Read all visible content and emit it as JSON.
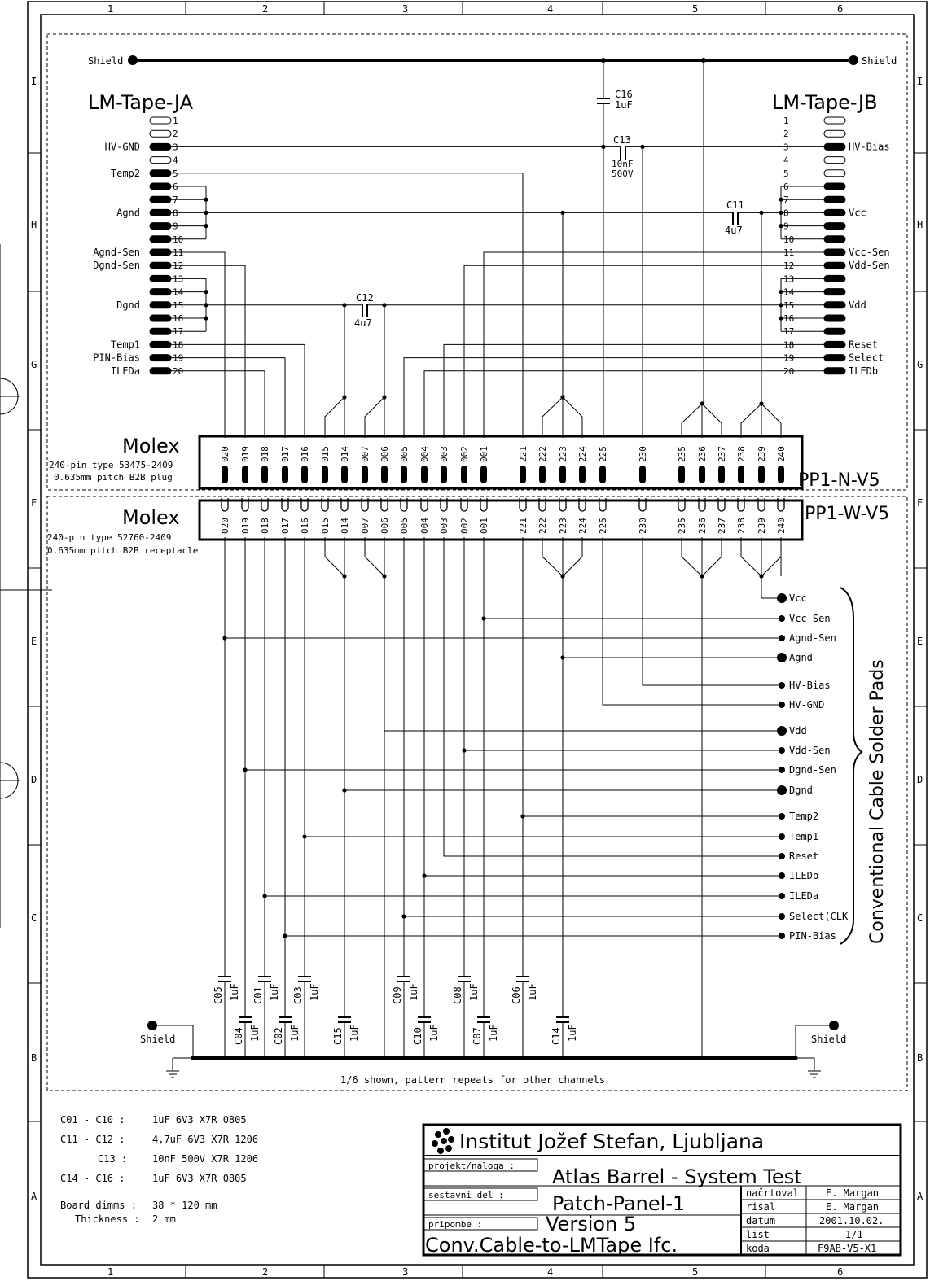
{
  "border": {
    "columns": [
      "1",
      "2",
      "3",
      "4",
      "5",
      "6"
    ],
    "rows": [
      "I",
      "H",
      "G",
      "F",
      "E",
      "D",
      "C",
      "B",
      "A"
    ]
  },
  "shield_label": "Shield",
  "ja": {
    "title": "LM-Tape-JA",
    "pins": [
      "1",
      "2",
      "3",
      "4",
      "5",
      "6",
      "7",
      "8",
      "9",
      "10",
      "11",
      "12",
      "13",
      "14",
      "15",
      "16",
      "17",
      "18",
      "19",
      "20"
    ],
    "labels": {
      "3": "HV-GND",
      "5": "Temp2",
      "8": "Agnd",
      "11": "Agnd-Sen",
      "12": "Dgnd-Sen",
      "15": "Dgnd",
      "18": "Temp1",
      "19": "PIN-Bias",
      "20": "ILEDa"
    }
  },
  "jb": {
    "title": "LM-Tape-JB",
    "pins": [
      "1",
      "2",
      "3",
      "4",
      "5",
      "6",
      "7",
      "8",
      "9",
      "10",
      "11",
      "12",
      "13",
      "14",
      "15",
      "16",
      "17",
      "18",
      "19",
      "20"
    ],
    "labels": {
      "3": "HV-Bias",
      "8": "Vcc",
      "11": "Vcc-Sen",
      "12": "Vdd-Sen",
      "15": "Vdd",
      "18": "Reset",
      "19": "Select",
      "20": "ILEDb"
    }
  },
  "caps_top": {
    "c16": [
      "C16",
      "1uF"
    ],
    "c13": [
      "C13",
      "10nF",
      "500V"
    ],
    "c11": [
      "C11",
      "4u7"
    ],
    "c12": [
      "C12",
      "4u7"
    ]
  },
  "plug": {
    "title": "Molex",
    "line1": "240-pin type 53475-2409",
    "line2": "0.635mm pitch B2B plug",
    "name": "PP1-N-V5"
  },
  "receptacle": {
    "title": "Molex",
    "line1": "240-pin type 52760-2409",
    "line2": "0.635mm pitch B2B receptacle",
    "name": "PP1-W-V5"
  },
  "molex_pins": [
    "020",
    "019",
    "018",
    "017",
    "016",
    "015",
    "014",
    "007",
    "006",
    "005",
    "004",
    "003",
    "002",
    "001",
    "221",
    "222",
    "223",
    "224",
    "225",
    "230",
    "235",
    "236",
    "237",
    "238",
    "239",
    "240"
  ],
  "pads": {
    "title": "Conventional Cable Solder Pads",
    "items": [
      "Vcc",
      "Vcc-Sen",
      "Agnd-Sen",
      "Agnd",
      "HV-Bias",
      "HV-GND",
      "Vdd",
      "Vdd-Sen",
      "Dgnd-Sen",
      "Dgnd",
      "Temp2",
      "Temp1",
      "Reset",
      "ILEDb",
      "ILEDa",
      "Select(CLK",
      "PIN-Bias"
    ]
  },
  "caps_bottom": {
    "items": [
      {
        "name": "C05",
        "value": "1uF"
      },
      {
        "name": "C04",
        "value": "1uF"
      },
      {
        "name": "C01",
        "value": "1uF"
      },
      {
        "name": "C02",
        "value": "1uF"
      },
      {
        "name": "C03",
        "value": "1uF"
      },
      {
        "name": "C15",
        "value": "1uF"
      },
      {
        "name": "C09",
        "value": "1uF"
      },
      {
        "name": "C10",
        "value": "1uF"
      },
      {
        "name": "C08",
        "value": "1uF"
      },
      {
        "name": "C07",
        "value": "1uF"
      },
      {
        "name": "C06",
        "value": "1uF"
      },
      {
        "name": "C14",
        "value": "1uF"
      }
    ]
  },
  "note": "1/6 shown, pattern repeats for other channels",
  "bom": [
    [
      "C01 - C10 :",
      "1uF 6V3 X7R 0805"
    ],
    [
      "C11 - C12 :",
      "4,7uF 6V3 X7R 1206"
    ],
    [
      "C13 :",
      "10nF 500V X7R 1206"
    ],
    [
      "C14 - C16 :",
      "1uF 6V3 X7R 0805"
    ],
    [
      "Board dimms :",
      "38 * 120 mm"
    ],
    [
      "Thickness :",
      "2 mm"
    ]
  ],
  "title_block": {
    "institute": "Institut Jožef Stefan, Ljubljana",
    "projekt_label": "projekt/naloga :",
    "project": "Atlas Barrel - System Test",
    "sestavni_label": "sestavni del :",
    "part": "Patch-Panel-1",
    "version": "Version 5",
    "pripombe_label": "pripombe :",
    "remark": "Conv.Cable-to-LMTape Ifc.",
    "fields": [
      [
        "načrtoval",
        "E. Margan"
      ],
      [
        "risal",
        "E. Margan"
      ],
      [
        "datum",
        "2001.10.02."
      ],
      [
        "list",
        "1/1"
      ],
      [
        "koda",
        "F9AB-V5-X1"
      ]
    ]
  }
}
